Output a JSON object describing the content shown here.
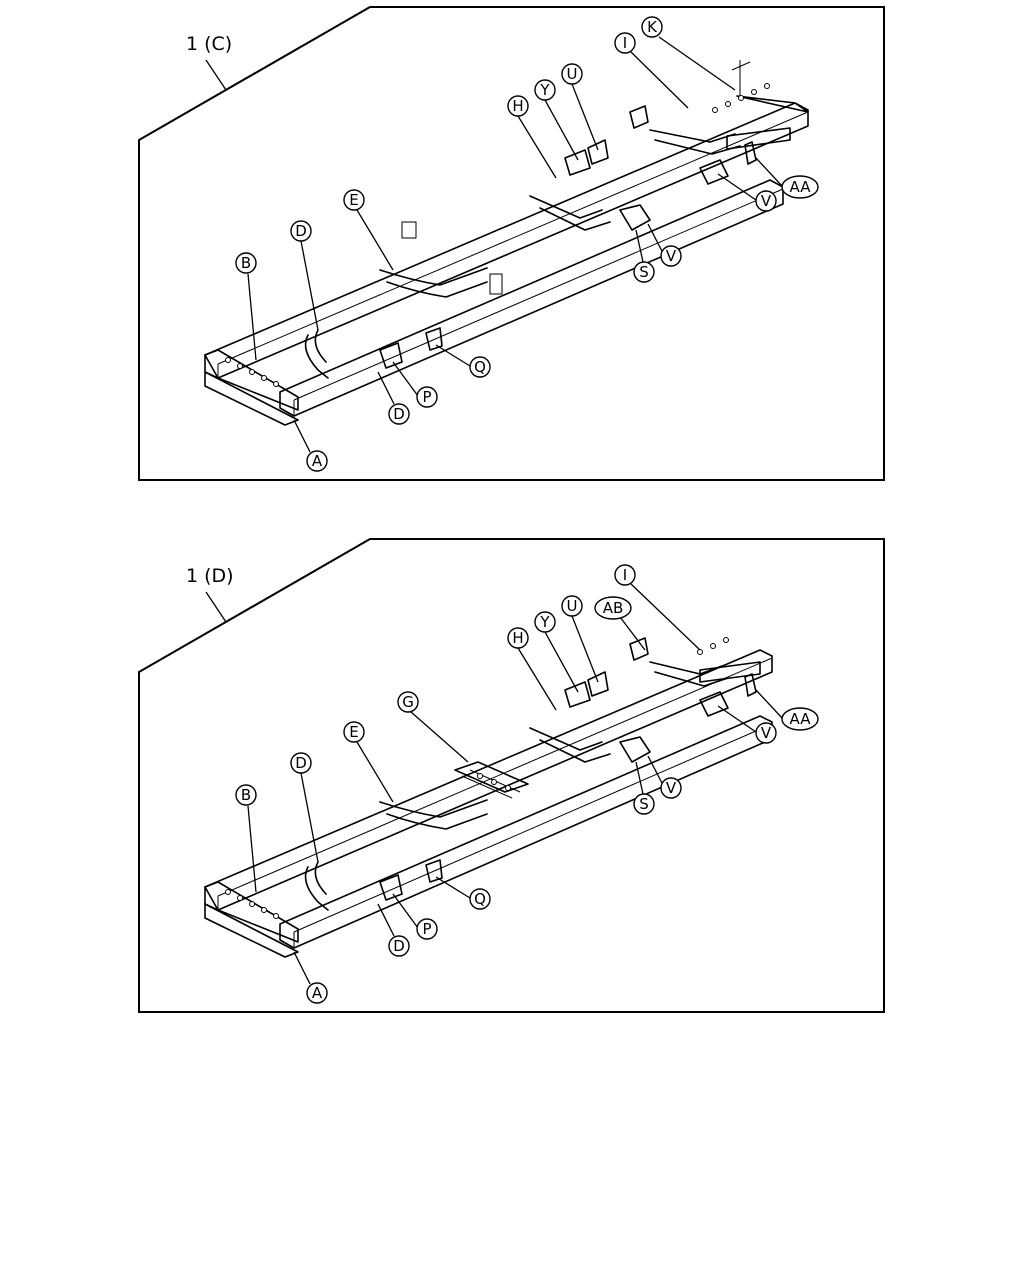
{
  "panels": [
    {
      "title": "1 (C)",
      "callouts": [
        "K",
        "I",
        "U",
        "Y",
        "H",
        "E",
        "D",
        "B",
        "AA",
        "V",
        "V",
        "S",
        "Q",
        "P",
        "D",
        "A"
      ]
    },
    {
      "title": "1 (D)",
      "callouts": [
        "I",
        "AB",
        "U",
        "Y",
        "H",
        "G",
        "E",
        "D",
        "B",
        "AA",
        "V",
        "V",
        "S",
        "Q",
        "P",
        "D",
        "A"
      ]
    }
  ]
}
